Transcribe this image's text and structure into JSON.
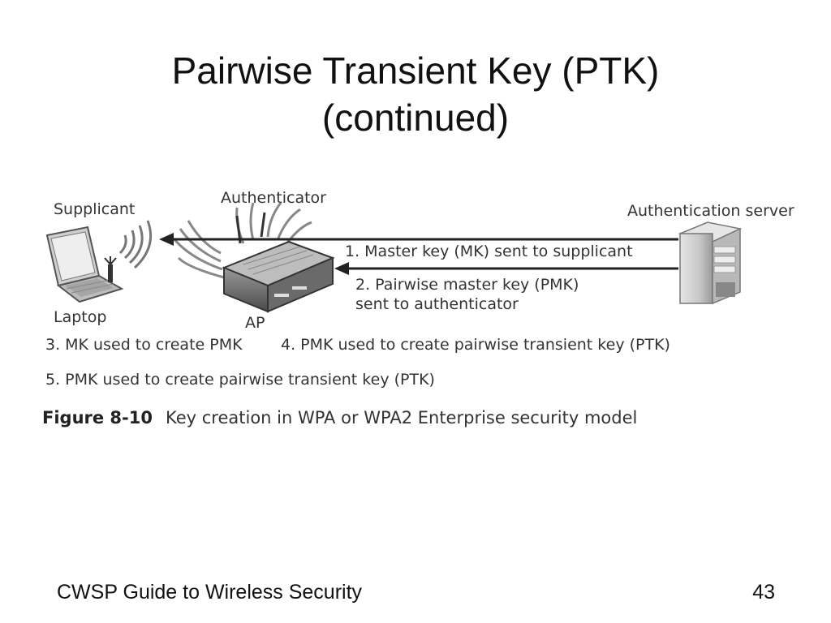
{
  "slide": {
    "title_line1": "Pairwise Transient Key (PTK)",
    "title_line2": "(continued)"
  },
  "diagram": {
    "supplicant_label": "Supplicant",
    "laptop_label": "Laptop",
    "authenticator_label": "Authenticator",
    "ap_label": "AP",
    "server_label": "Authentication server",
    "step1": "1. Master key (MK) sent to supplicant",
    "step2_line1": "2. Pairwise master key (PMK)",
    "step2_line2": "sent to authenticator",
    "step3": "3. MK used to create PMK",
    "step4": "4. PMK used to create pairwise transient key (PTK)",
    "step5": "5. PMK used to create pairwise transient key (PTK)"
  },
  "caption": {
    "number": "Figure 8-10",
    "text": "Key creation in WPA or WPA2 Enterprise security model"
  },
  "footer": {
    "course": "CWSP Guide to Wireless Security",
    "page": "43"
  }
}
